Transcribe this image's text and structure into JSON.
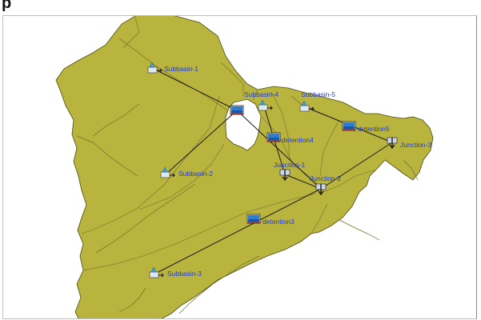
{
  "header": {
    "label": "p"
  },
  "map": {
    "colors": {
      "basin_fill": "#b8b43e",
      "basin_stroke": "#4a4a12",
      "subbasin_line": "#8a8630",
      "river": "#6f6c24",
      "link": "#1a1a1a",
      "label": "#1f3bd6",
      "lake": "#ffffff"
    },
    "elements": [
      {
        "id": "subbasin-1",
        "type": "subbasin",
        "label": "Subbasin-1"
      },
      {
        "id": "subbasin-2",
        "type": "subbasin",
        "label": "Subbasin-2"
      },
      {
        "id": "subbasin-3",
        "type": "subbasin",
        "label": "Subbasin-3"
      },
      {
        "id": "subbasin-4",
        "type": "subbasin",
        "label": "Subbasin-4"
      },
      {
        "id": "subbasin-5",
        "type": "subbasin",
        "label": "Subbasin-5"
      },
      {
        "id": "reservoir",
        "type": "reservoir",
        "label": ""
      },
      {
        "id": "detention3",
        "type": "detention",
        "label": "detention3"
      },
      {
        "id": "detention4",
        "type": "detention",
        "label": "detention4"
      },
      {
        "id": "detention5",
        "type": "detention",
        "label": "detention5"
      },
      {
        "id": "junction-1",
        "type": "junction",
        "label": "Junction-1"
      },
      {
        "id": "junction-2",
        "type": "junction",
        "label": "Junction-2"
      },
      {
        "id": "junction-3",
        "type": "junction",
        "label": "Junction-3"
      }
    ],
    "links": [
      [
        "subbasin-1",
        "reservoir"
      ],
      [
        "subbasin-2",
        "reservoir"
      ],
      [
        "reservoir",
        "junction-2"
      ],
      [
        "subbasin-4",
        "junction-1"
      ],
      [
        "junction-1",
        "junction-2"
      ],
      [
        "subbasin-5",
        "junction-3"
      ],
      [
        "junction-3",
        "junction-2"
      ],
      [
        "subbasin-3",
        "junction-2"
      ]
    ]
  }
}
